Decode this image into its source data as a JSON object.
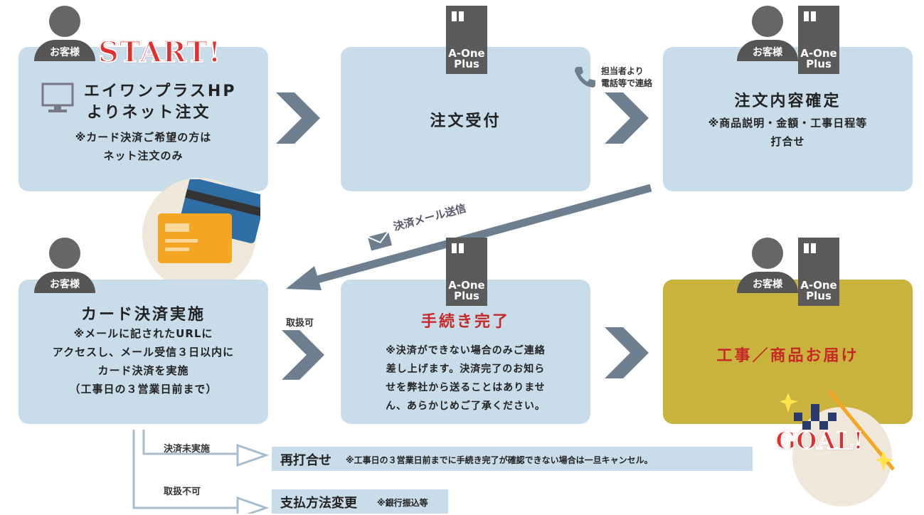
{
  "labels": {
    "customer": "お客様",
    "company_line1": "A-One",
    "company_line2": "Plus"
  },
  "start": "START!",
  "goal": "GOAL!",
  "step1": {
    "title_line1": "エイワンプラスHP",
    "title_line2": "よりネット注文",
    "note_line1": "※カード決済ご希望の方は",
    "note_line2": "ネット注文のみ"
  },
  "step2": {
    "title": "注文受付"
  },
  "call_note": {
    "line1": "担当者より",
    "line2": "電話等で連絡"
  },
  "step3": {
    "title": "注文内容確定",
    "note_line1": "※商品説明・金額・工事日程等",
    "note_line2": "打合せ"
  },
  "mail_label": "決済メール送信",
  "step4": {
    "title": "カード決済実施",
    "note_line1": "※メールに記されたURLに",
    "note_line2": "アクセスし、メール受信３日以内に",
    "note_line3": "カード決済を実施",
    "note_line4": "（工事日の３営業日前まで）"
  },
  "accept_label": "取扱可",
  "step5": {
    "title": "手続き完了",
    "note_line1": "※決済ができない場合のみご連絡",
    "note_line2": "差し上げます。決済完了のお知ら",
    "note_line3": "せを弊社から送ることはありませ",
    "note_line4": "ん、あらかじめご了承ください。"
  },
  "step6": {
    "title": "工事／商品お届け"
  },
  "branch1": {
    "label": "決済未実施",
    "title": "再打合せ",
    "note": "※工事日の３営業日前までに手続き完了が確認できない場合は一旦キャンセル。"
  },
  "branch2": {
    "label": "取扱不可",
    "title": "支払方法変更",
    "note": "※銀行振込等"
  },
  "colors": {
    "box": "#c9dce9",
    "gold": "#c9b33d",
    "arrow": "#6d7f8e",
    "accent_red": "#c62828"
  }
}
